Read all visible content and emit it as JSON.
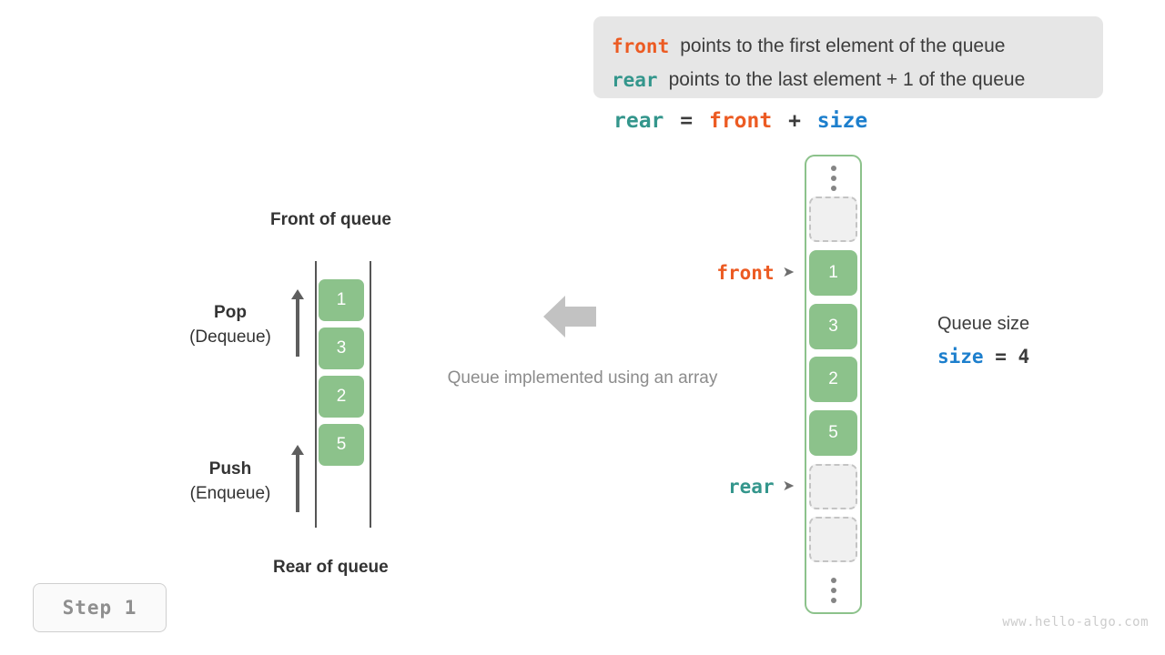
{
  "definitions": {
    "lines": [
      {
        "keyword": "front",
        "keyword_color": "#ec5b23",
        "text": "points to the first element of the queue"
      },
      {
        "keyword": "rear",
        "keyword_color": "#34968c",
        "text": "points to the last element + 1 of the queue"
      }
    ]
  },
  "formula": {
    "lhs": "rear",
    "equals": "=",
    "rhs1": "front",
    "plus": "+",
    "rhs2": "size"
  },
  "conceptual_queue": {
    "top_label": "Front of queue",
    "bottom_label": "Rear of queue",
    "cells": [
      "1",
      "3",
      "2",
      "5"
    ],
    "operations": [
      {
        "name": "Pop",
        "sub": "(Dequeue)"
      },
      {
        "name": "Push",
        "sub": "(Enqueue)"
      }
    ]
  },
  "center": {
    "caption": "Queue implemented using an array",
    "arrow_direction": "left",
    "arrow_color": "#c2c2c2"
  },
  "array_view": {
    "slots": [
      {
        "kind": "ellipsis",
        "value": ""
      },
      {
        "kind": "empty",
        "value": ""
      },
      {
        "kind": "filled",
        "value": "1"
      },
      {
        "kind": "filled",
        "value": "3"
      },
      {
        "kind": "filled",
        "value": "2"
      },
      {
        "kind": "filled",
        "value": "5"
      },
      {
        "kind": "empty",
        "value": ""
      },
      {
        "kind": "empty",
        "value": ""
      },
      {
        "kind": "ellipsis",
        "value": ""
      }
    ],
    "pointers": [
      {
        "label": "front",
        "color": "#ec5b23",
        "marker": "➤"
      },
      {
        "label": "rear",
        "color": "#34968c",
        "marker": "➤"
      }
    ]
  },
  "size_info": {
    "title": "Queue size",
    "var": "size",
    "equals": "=",
    "value": "4"
  },
  "step_badge": {
    "label": "Step 1"
  },
  "watermark": {
    "text": "www.hello-algo.com"
  },
  "colors": {
    "green": "#8cc28b",
    "orange": "#ec5b23",
    "teal": "#34968c",
    "blue": "#1d7fcd",
    "panel_bg": "#e6e6e6",
    "muted": "#8c8c8c"
  }
}
